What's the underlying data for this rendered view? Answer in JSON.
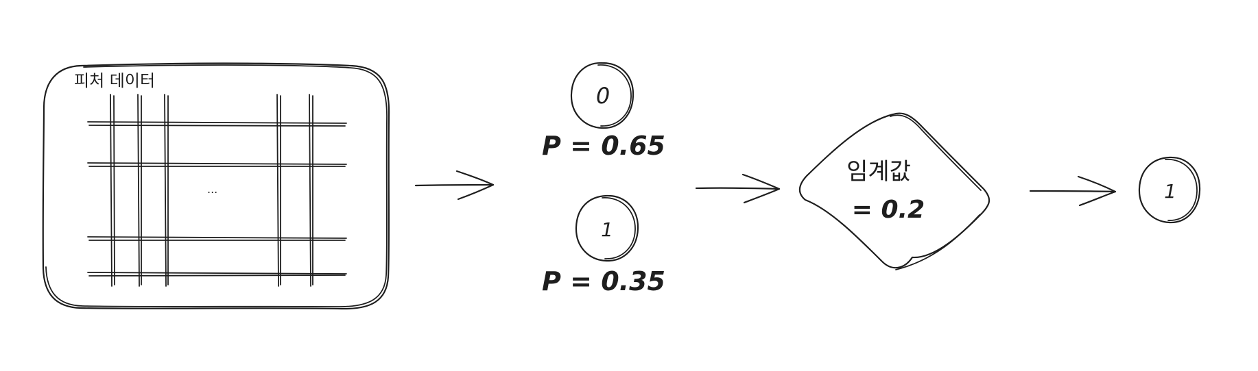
{
  "feature_box": {
    "label": "피처 데이터",
    "ellipsis": "..."
  },
  "class_0": {
    "label": "0",
    "prob": "P = 0.65"
  },
  "class_1": {
    "label": "1",
    "prob": "P = 0.35"
  },
  "threshold": {
    "line1": "임계값",
    "line2": "= 0.2"
  },
  "result": {
    "label": "1"
  }
}
